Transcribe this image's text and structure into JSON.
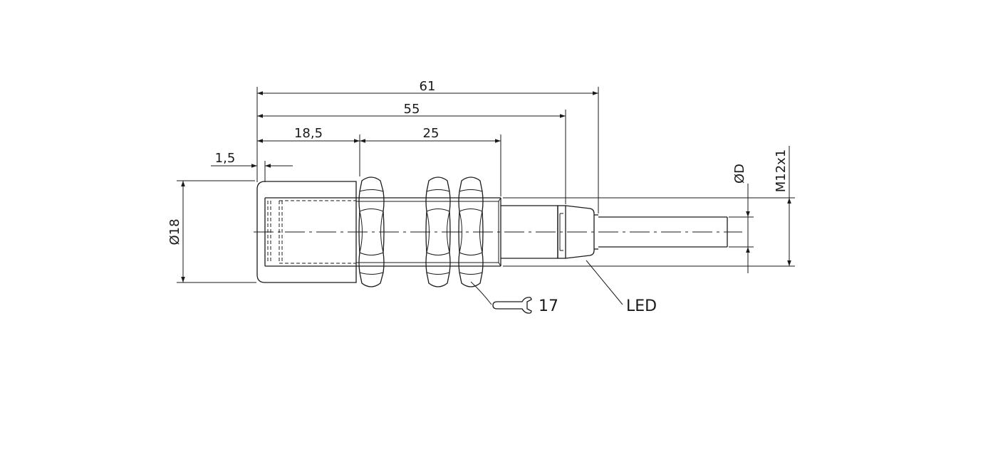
{
  "dimensions": {
    "overall_length": "61",
    "length_to_connector": "55",
    "front_length": "18,5",
    "thread_length": "25",
    "face_thickness": "1,5",
    "housing_diameter": "18",
    "cable_diameter": "D",
    "thread": "M12x1"
  },
  "symbols": {
    "diameter": "Ø"
  },
  "labels": {
    "wrench_size": "17",
    "led": "LED"
  }
}
